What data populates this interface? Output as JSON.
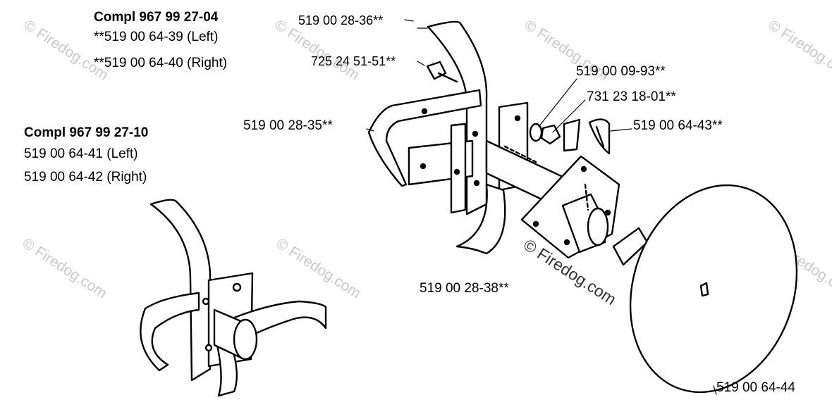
{
  "group_left_upper": {
    "title": "Compl 967 99 27-04",
    "lines": [
      "**519 00 64-39 (Left)",
      "**519 00 64-40 (Right)"
    ]
  },
  "group_left_lower": {
    "title": "Compl 967 99 27-10",
    "lines": [
      "519 00 64-41 (Left)",
      "519 00 64-42 (Right)"
    ]
  },
  "callouts": {
    "tine_top": "519 00 28-36**",
    "bolt": "725 24 51-51**",
    "tine_side": "519 00 28-35**",
    "washer": "519 00 09-93**",
    "nut": "731 23 18-01**",
    "clip": "519 00 64-43**",
    "tine_bottom": "519 00 28-38**",
    "disc": "519 00 64-44"
  },
  "watermark": "© Firedog.com",
  "colors": {
    "ink": "#000000",
    "watermark": "#c9c9c9"
  }
}
